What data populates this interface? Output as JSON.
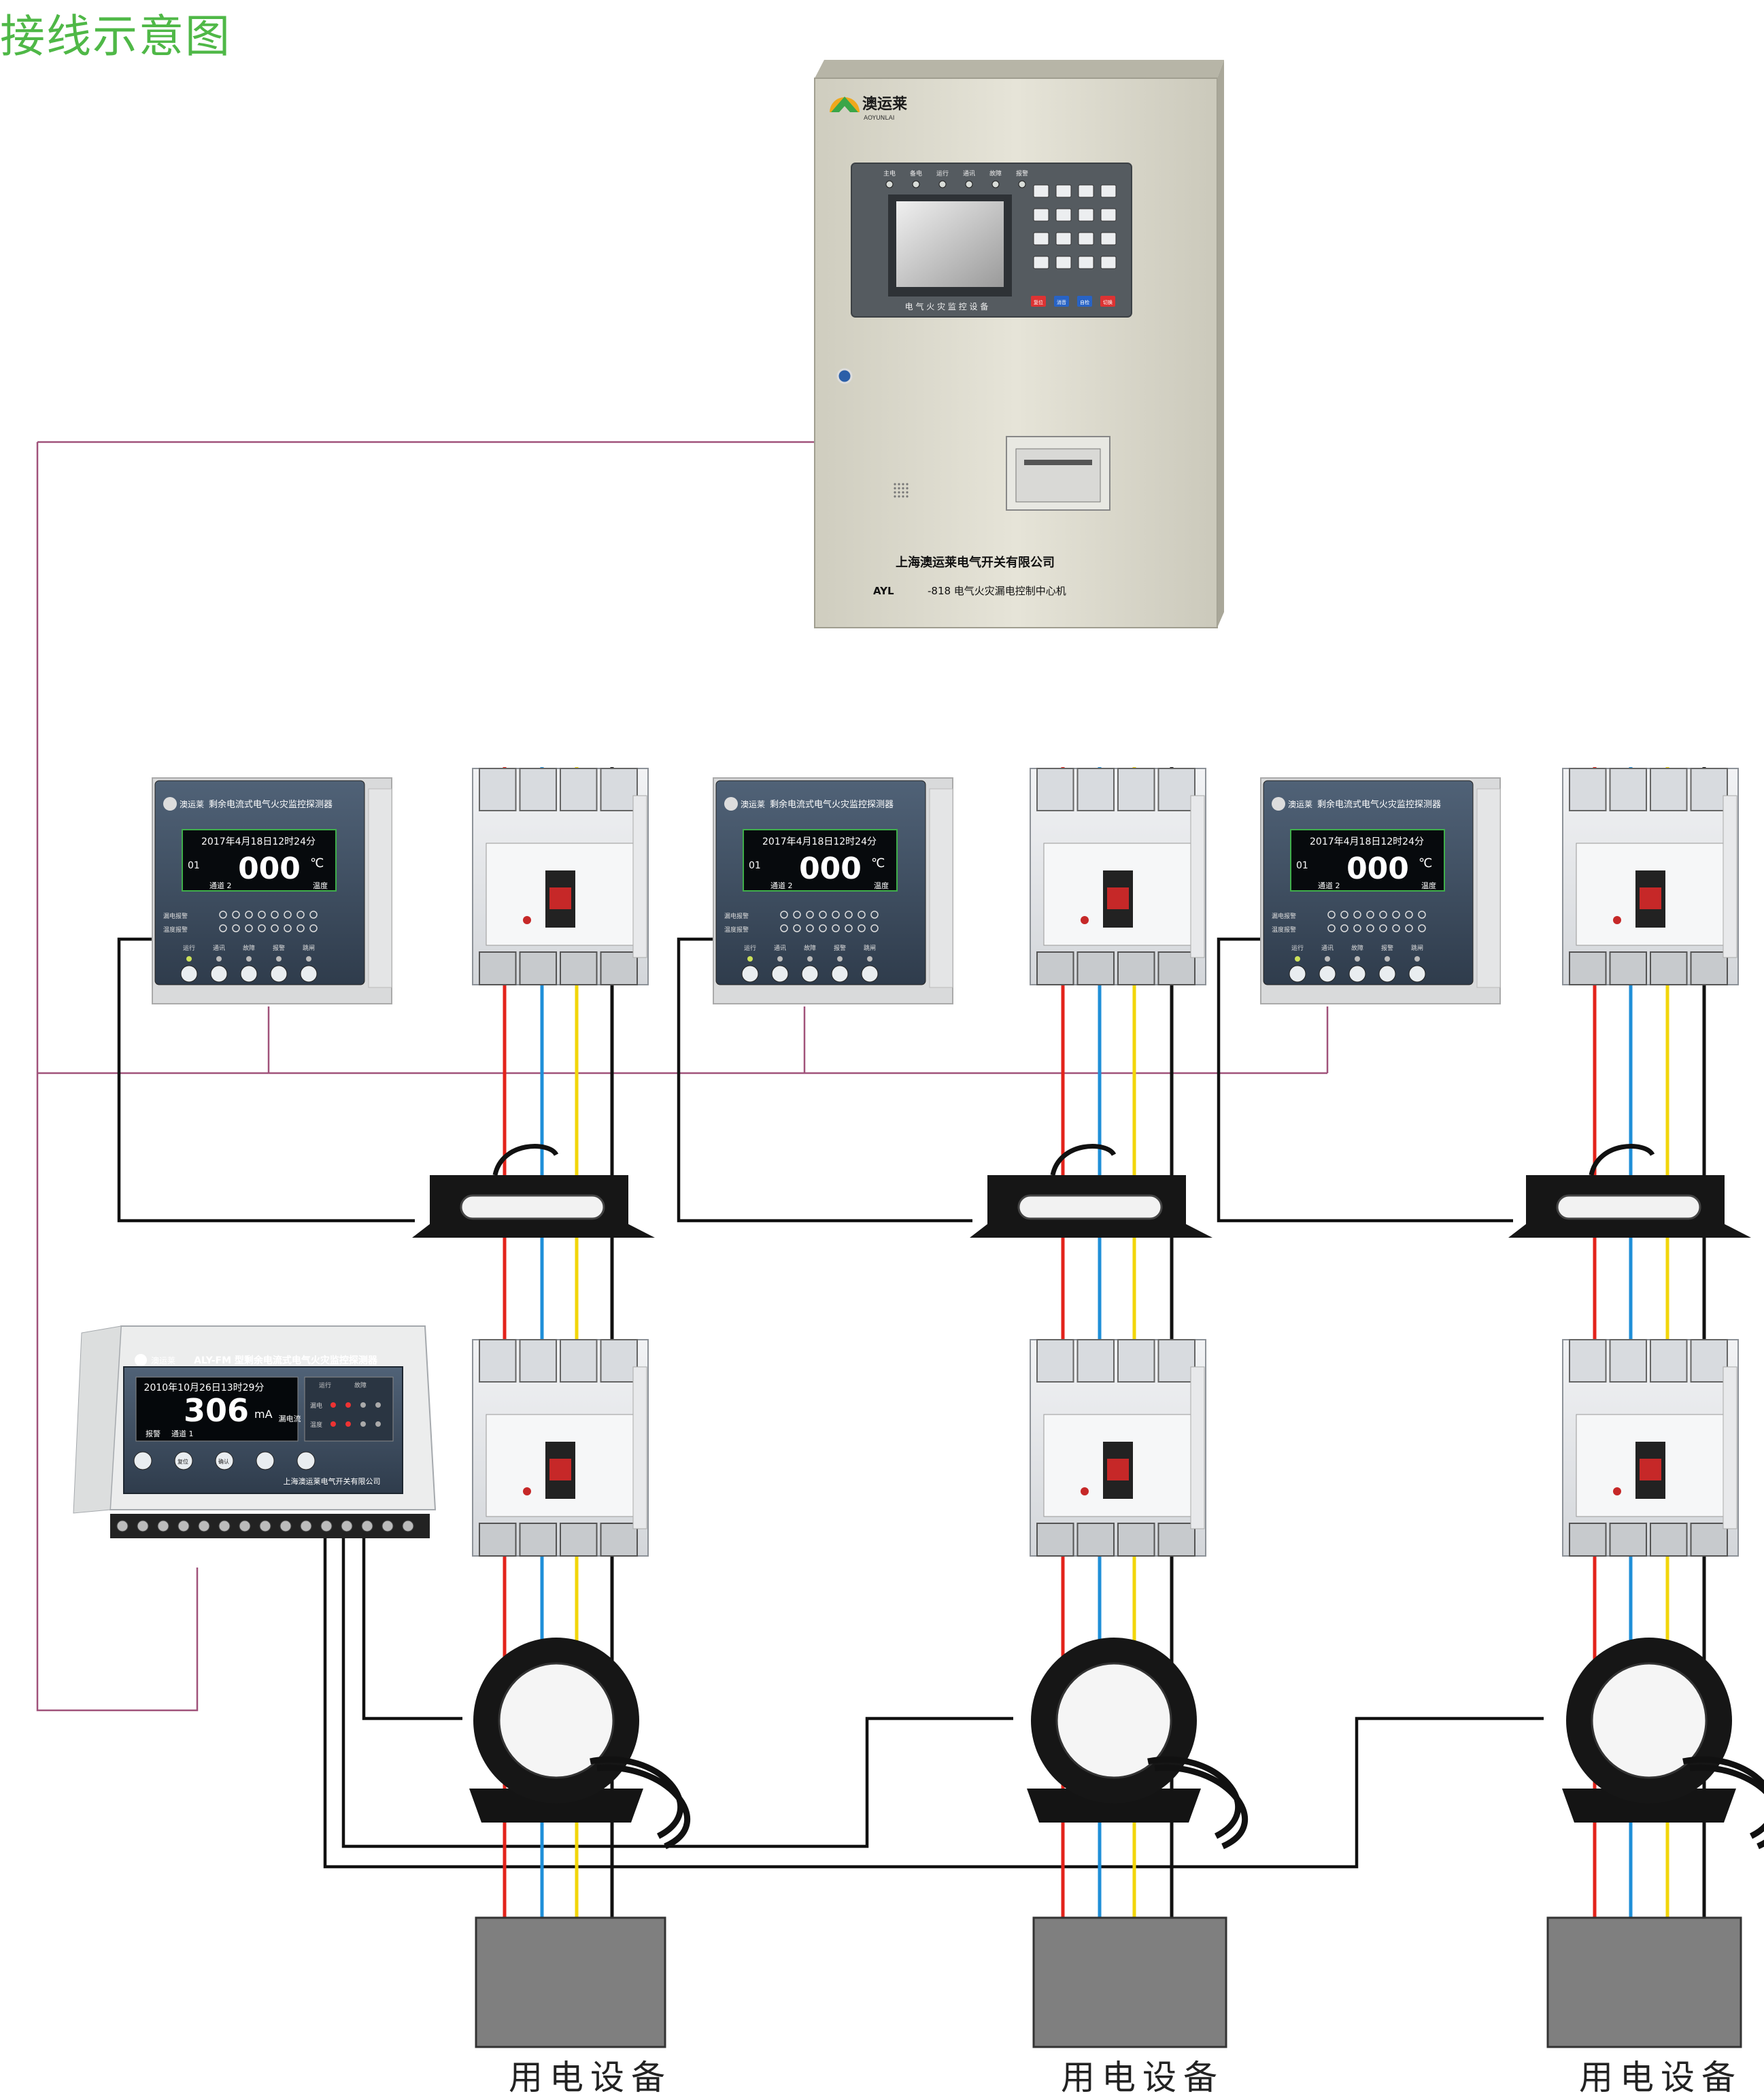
{
  "diagram": {
    "title": "接线示意图",
    "colors": {
      "title": "#4fb847",
      "bus_line": "#a0527a",
      "signal_line": "#111111",
      "phase_red": "#e3231b",
      "phase_blue": "#1f8fd8",
      "phase_yellow": "#f2d60a",
      "phase_black": "#111111",
      "load_box": "#7f7f7f"
    },
    "central_unit": {
      "brand": "澳运莱",
      "brand_en": "AOYUNLAI",
      "company": "上海澳运莱电气开关有限公司",
      "model_prefix": "AYL",
      "model_text": "-818 电气火灾漏电控制中心机",
      "panel_label": "电 气 火 灾 监 控 设 备",
      "indicators": [
        "主电",
        "备电",
        "运行",
        "通讯",
        "故障",
        "报警"
      ],
      "function_keys": [
        "复位",
        "消音",
        "自检",
        "切换"
      ]
    },
    "panel_detectors": [
      {
        "brand": "澳运莱",
        "title": "剩余电流式电气火灾监控探测器",
        "date": "2017年4月18日12时24分",
        "channel_tag": "01",
        "reading": "000",
        "unit": "℃",
        "sub_left": "通道  2",
        "sub_right": "温度",
        "row1": "漏电报警",
        "row2": "温度报警",
        "btn_labels": [
          "运行",
          "通讯",
          "故障",
          "报警",
          "跳闸"
        ]
      },
      {
        "brand": "澳运莱",
        "title": "剩余电流式电气火灾监控探测器",
        "date": "2017年4月18日12时24分",
        "channel_tag": "01",
        "reading": "000",
        "unit": "℃",
        "sub_left": "通道  2",
        "sub_right": "温度",
        "row1": "漏电报警",
        "row2": "温度报警",
        "btn_labels": [
          "运行",
          "通讯",
          "故障",
          "报警",
          "跳闸"
        ]
      },
      {
        "brand": "澳运莱",
        "title": "剩余电流式电气火灾监控探测器",
        "date": "2017年4月18日12时24分",
        "channel_tag": "01",
        "reading": "000",
        "unit": "℃",
        "sub_left": "通道  2",
        "sub_right": "温度",
        "row1": "漏电报警",
        "row2": "温度报警",
        "btn_labels": [
          "运行",
          "通讯",
          "故障",
          "报警",
          "跳闸"
        ]
      }
    ],
    "rail_detector": {
      "brand": "澳运莱",
      "title": "ALY-FM 型剩余电流式电气火灾监控探测器",
      "date": "2010年10月26日13时29分",
      "reading": "306",
      "unit": "mA",
      "reading_label": "漏电流",
      "status_left": "报警",
      "status_channel": "通道  1",
      "indicator_labels": [
        "运行",
        "故障"
      ],
      "side_labels": [
        "漏电",
        "温度"
      ],
      "buttons": [
        "复位",
        "确认"
      ],
      "company": "上海澳运莱电气开关有限公司"
    },
    "loads": [
      "用电设备",
      "用电设备",
      "用电设备"
    ]
  }
}
